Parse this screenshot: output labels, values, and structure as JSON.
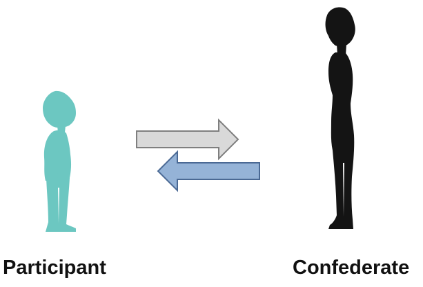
{
  "participant": {
    "label": "Participant",
    "figure_color": "#6cc7c1"
  },
  "confederate": {
    "label": "Confederate",
    "figure_color": "#141414"
  },
  "arrows": [
    {
      "direction": "right",
      "fill": "#d9d9d9",
      "stroke": "#7f7f7f"
    },
    {
      "direction": "left",
      "fill": "#95b3d7",
      "stroke": "#4a6994"
    }
  ]
}
